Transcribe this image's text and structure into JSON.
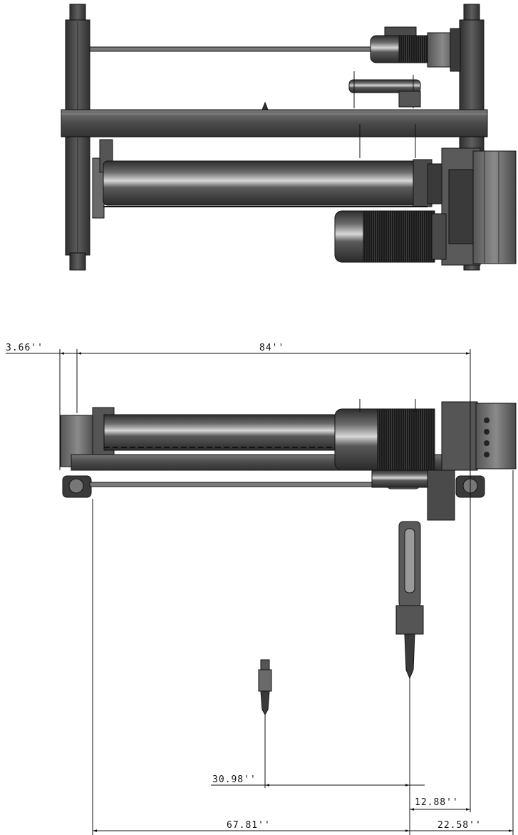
{
  "drawing": {
    "views": [
      "top-view",
      "front-elevation-view"
    ],
    "colors": {
      "steel_dark": "#3a3a3a",
      "steel_mid": "#5a5a5a",
      "steel_light": "#9a9a9a",
      "outline": "#111111",
      "background": "#ffffff"
    }
  },
  "dimensions": {
    "end_offset": "3.66''",
    "span": "84''",
    "hook_travel": "30.98''",
    "hook_approach_right": "12.88''",
    "hook_approach_left": "67.81''",
    "right_overhang": "22.58''"
  }
}
